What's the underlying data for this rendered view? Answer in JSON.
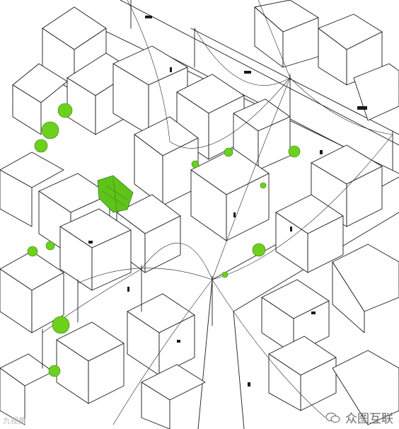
{
  "drawing": {
    "style": "hand-drawn isometric urban sketch",
    "line_color": "#1a1a1a",
    "tree_color": "#6cd11c",
    "highlight_color": "#5fc41a"
  },
  "watermarks": {
    "left_text": "九视角",
    "right_text": "众图互联",
    "right_icon": "wechat-icon"
  }
}
